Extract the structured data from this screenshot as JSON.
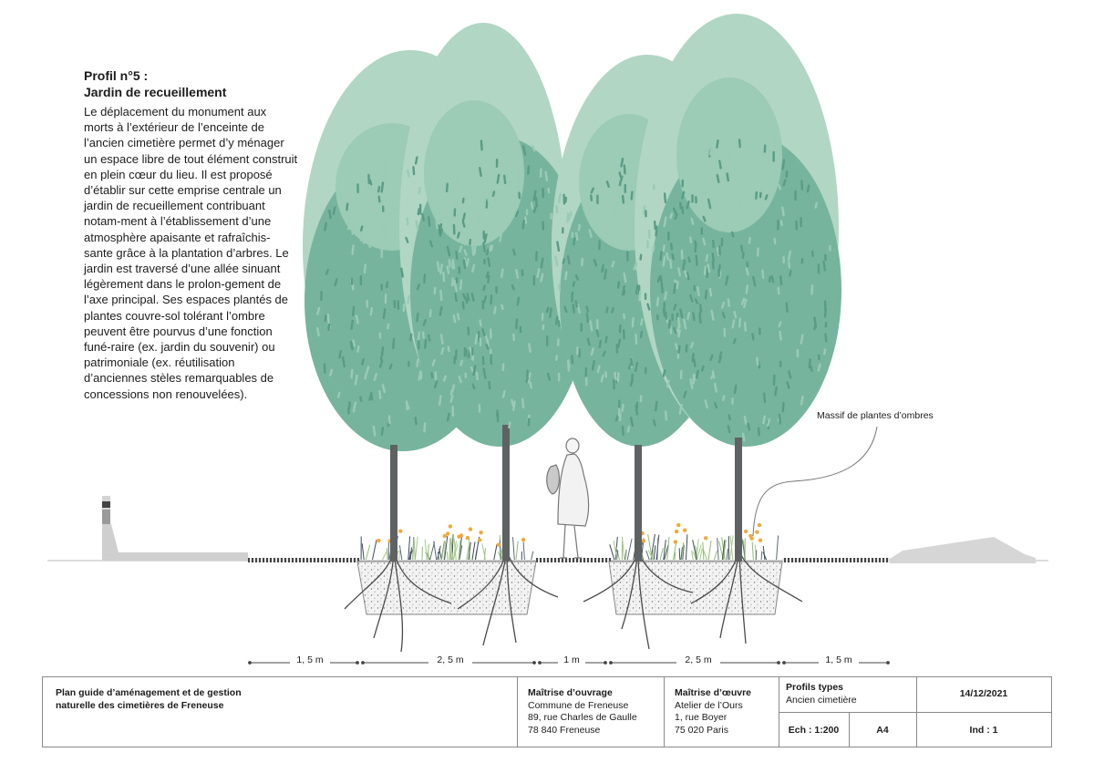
{
  "title": {
    "line1": "Profil n°5 :",
    "line2": "Jardin de recueillement"
  },
  "description": "Le déplacement du monument aux morts à l’extérieur de l’enceinte de l’ancien cimetière permet d’y ménager un espace libre de tout élément construit en plein cœur du lieu. Il est proposé d’établir sur cette emprise centrale un jardin de recueillement contribuant notam-ment à l’établissement d’une atmosphère apaisante et rafraîchis-sante grâce à la plantation d’arbres. Le jardin est traversé d’une allée sinuant légèrement dans le prolon-gement de l’axe principal. Ses espaces plantés de plantes couvre-sol tolérant l’ombre peuvent être pourvus d’une fonction funé-raire (ex. jardin du souvenir) ou patrimoniale (ex. réutilisation d’anciennes stèles remarquables de concessions non renouvelées).",
  "annotation": "Massif de plantes d’ombres",
  "dimensions": [
    "1, 5 m",
    "2, 5 m",
    "1 m",
    "2, 5 m",
    "1, 5 m"
  ],
  "colors": {
    "canopy": "#76b49e",
    "canopy_light": "#b1d6c4",
    "trunk": "#5e6262",
    "ground": "#cfcfcf"
  },
  "cartouche": {
    "project": "Plan guide d’aménagement et de gestion naturelle des cimetières de Freneuse",
    "moa_title": "Maîtrise d’ouvrage",
    "moa_lines": [
      "Commune de Freneuse",
      "89, rue Charles de Gaulle",
      "78 840 Freneuse"
    ],
    "moe_title": "Maîtrise d’œuvre",
    "moe_lines": [
      "Atelier de l’Ours",
      "1, rue Boyer",
      "75 020 Paris"
    ],
    "profils_title": "Profils types",
    "profils_sub": "Ancien cimetière",
    "date": "14/12/2021",
    "scale": "Ech : 1:200",
    "format": "A4",
    "index": "Ind : 1"
  }
}
